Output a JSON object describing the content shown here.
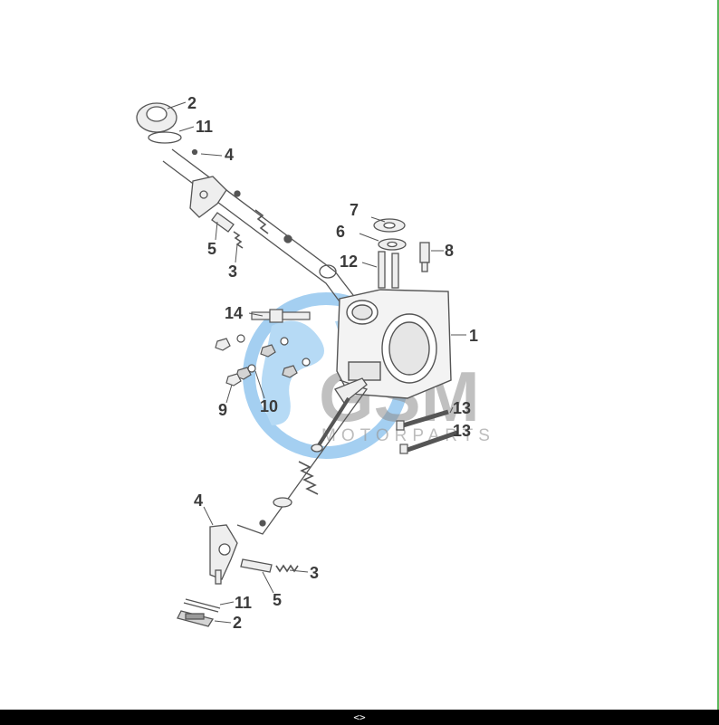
{
  "colors": {
    "right_border": "#5cb85c",
    "bottom_bar": "#000000",
    "line": "#555555",
    "part_fill": "#eeeeee",
    "watermark_globe": "#5aa9e6"
  },
  "watermark": {
    "brand": "GSM",
    "subtitle": "MOTORPARTS"
  },
  "callouts": [
    {
      "id": "2a",
      "label": "2"
    },
    {
      "id": "11a",
      "label": "11"
    },
    {
      "id": "4a",
      "label": "4"
    },
    {
      "id": "5a",
      "label": "5"
    },
    {
      "id": "3a",
      "label": "3"
    },
    {
      "id": "7",
      "label": "7"
    },
    {
      "id": "6",
      "label": "6"
    },
    {
      "id": "8",
      "label": "8"
    },
    {
      "id": "12",
      "label": "12"
    },
    {
      "id": "14",
      "label": "14"
    },
    {
      "id": "1",
      "label": "1"
    },
    {
      "id": "9",
      "label": "9"
    },
    {
      "id": "10",
      "label": "10"
    },
    {
      "id": "13a",
      "label": "13"
    },
    {
      "id": "13b",
      "label": "13"
    },
    {
      "id": "4b",
      "label": "4"
    },
    {
      "id": "3b",
      "label": "3"
    },
    {
      "id": "5b",
      "label": "5"
    },
    {
      "id": "11b",
      "label": "11"
    },
    {
      "id": "2b",
      "label": "2"
    }
  ],
  "nav": {
    "label": "<>"
  }
}
